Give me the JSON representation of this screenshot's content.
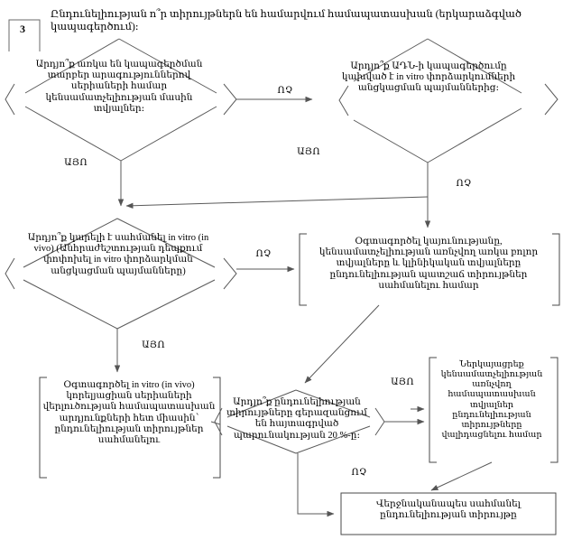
{
  "document": {
    "title": "Ընդունելիության ո՞ր տիրույթներն են համարվում համապատասխան (երկարաձգված կապագերծում)։",
    "step_number": "3"
  },
  "nodes": {
    "decision_1": {
      "shape": "diamond",
      "text": "Արդյո՞ք առկա են կապագերծման տարբեր արագություններով սերիաների համար կենսամատչելիության մասին տվյալներ։"
    },
    "decision_2": {
      "shape": "diamond",
      "text": "Արդյո՞ք ԱԴՆ-ի կապագերծումը կախված է in vitro փորձարկումների անցկացման պայմաններից։"
    },
    "decision_3": {
      "shape": "diamond",
      "text": "Արդյո՞ք կարելի է սահմանել in vitro (in vivo) (Անհրաժեշտության դեպքում փոփոխել in vitro փորձարկման անցկացման պայմանները)"
    },
    "process_1": {
      "shape": "box",
      "text": "Օգտագործել կայունությանը, կենսամատչելիության առնչվող առկա բոլոր տվյալները և կլինիկական տվյալները ընդունելիության պատշաճ տիրույթներ սահմանելու համար"
    },
    "process_2": {
      "shape": "box",
      "text": "Օգտագործել in vitro (in vivo) կորելյացիան սերիաների վերլուծության համապատասխան արդյունքների հետ միասին՝ ընդունելիության տիրույթներ սահմանելու"
    },
    "decision_4": {
      "shape": "diamond",
      "text": "Արդյո՞ք ընդունելիության տիրույթները գերազանցում են հայտագրված պարունակության 20 %-ը։"
    },
    "process_3": {
      "shape": "box",
      "text": "Ներկայացրեք կենսամատչելիության առնչվող համապատասխան տվյալներ ընդունելիության տիրույթները վալիդացնելու համար"
    },
    "process_4": {
      "shape": "box",
      "text": "Վերջնականապես սահմանել ընդունելիության տիրույթը"
    }
  },
  "edge_labels": {
    "no_1": "ՈՉ",
    "yes_1": "ԱՅՈ",
    "yes_2": "ԱՅՈ",
    "no_2": "ՈՉ",
    "no_3": "ՈՉ",
    "yes_3": "ԱՅՈ",
    "yes_4": "ԱՅՈ",
    "no_4": "ՈՉ"
  },
  "style": {
    "stroke": "#555555",
    "box_stroke": "#444444",
    "background": "#ffffff"
  }
}
